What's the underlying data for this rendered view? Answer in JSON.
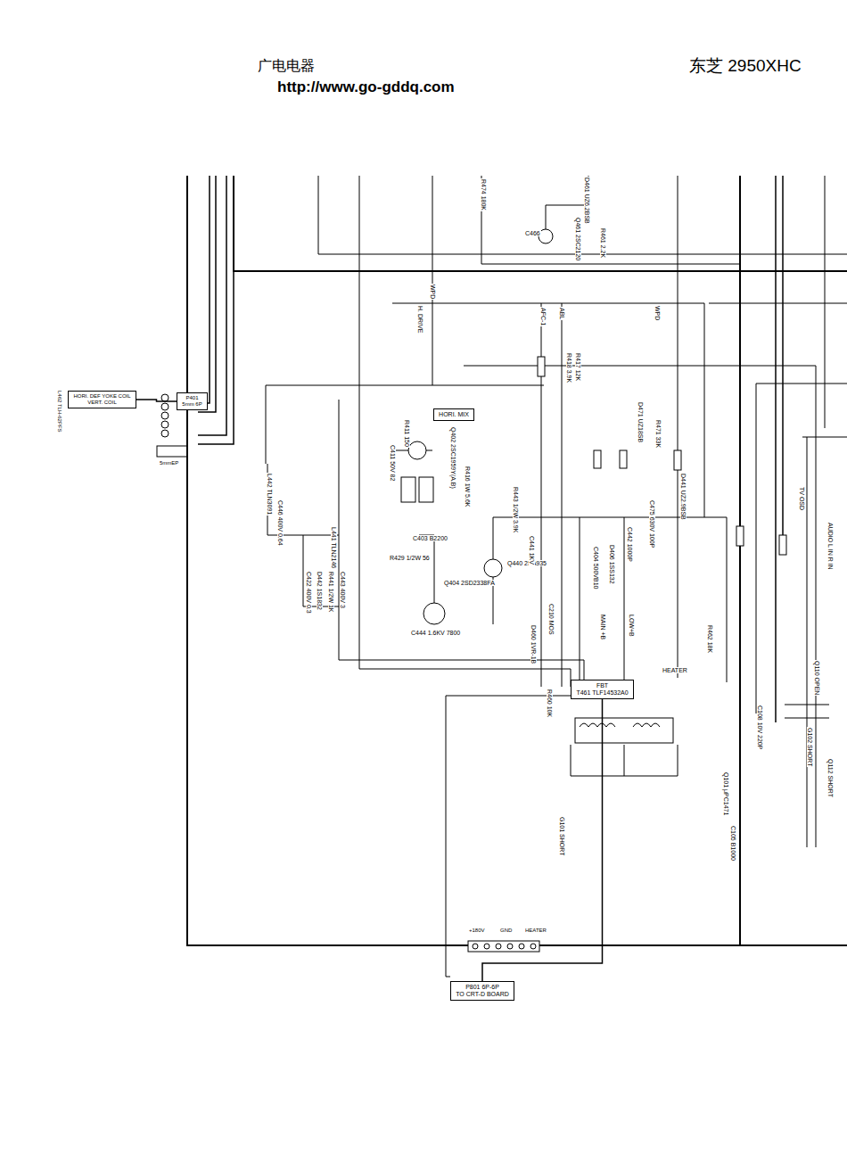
{
  "diagram": {
    "title": "东芝 2950XHC",
    "nodes": [
      {
        "text": [
          "HORI. MIX"
        ]
      },
      {
        "text": [
          "FBT",
          "T461 TLF14532A0"
        ]
      },
      {
        "text": [
          "P401",
          "5mm 6P"
        ]
      },
      {
        "text": [
          "HORI. DEF YOKE COIL",
          "VERT. COIL"
        ]
      },
      {
        "text": [
          "P801 6P-6P",
          "TO CRT-D BOARD"
        ]
      }
    ],
    "edges": [
      {
        "from": 3,
        "to": 2,
        "arrow": "none"
      },
      {
        "from": 1,
        "to": 4,
        "arrow": "none"
      }
    ],
    "labels": [
      "广电电器",
      "http://www.go-gddq.com",
      "WPD",
      "H. DRIVE",
      "AFC-1",
      "ABL",
      "WPD",
      "R474 180K",
      "D461 UZ6.2BSB",
      "R461 2.2K",
      "Q461 2SC2120",
      "C466",
      "Q402 2SC1959Y(A.B)",
      "R411 150",
      "C411 50V 82",
      "R416 1W 5.6K",
      "C403 B2200",
      "R429 1/2W 56",
      "Q404 2SD2338FA",
      "C444 1.6KV 7800",
      "Q440 2SA935",
      "R443 1/2W 3.9K",
      "C441 1KV",
      "C210 MOS",
      "D460 1VR-1B",
      "R460 10K",
      "HEATER",
      "LOW+B",
      "MAIN +B",
      "R417 12K",
      "R418 3.9K",
      "R471 33K",
      "D471 UZ18SB",
      "C475 630V 100P",
      "C442 1000P",
      "D406 1SS132",
      "C404 500VB10",
      "R462 18K",
      "D441 UZ2.9BSB",
      "L441 TLN2146",
      "L442 TLN3091",
      "C446 400V 0.64",
      "C422 400V 0.3",
      "D442 1S1832",
      "R441 1/2W 1K",
      "C443 400V 3",
      "G101 SHORT",
      "+180V",
      "GND",
      "HEATER",
      "C108 10V 220P",
      "Q101 μPC1471",
      "C105 B1000",
      "Q110 OPEN",
      "G102 SHORT",
      "Q112 SHORT",
      "AUDIO L IN R IN",
      "TV OSD",
      "L462 TLH-62PFS",
      "5mmEP"
    ]
  }
}
